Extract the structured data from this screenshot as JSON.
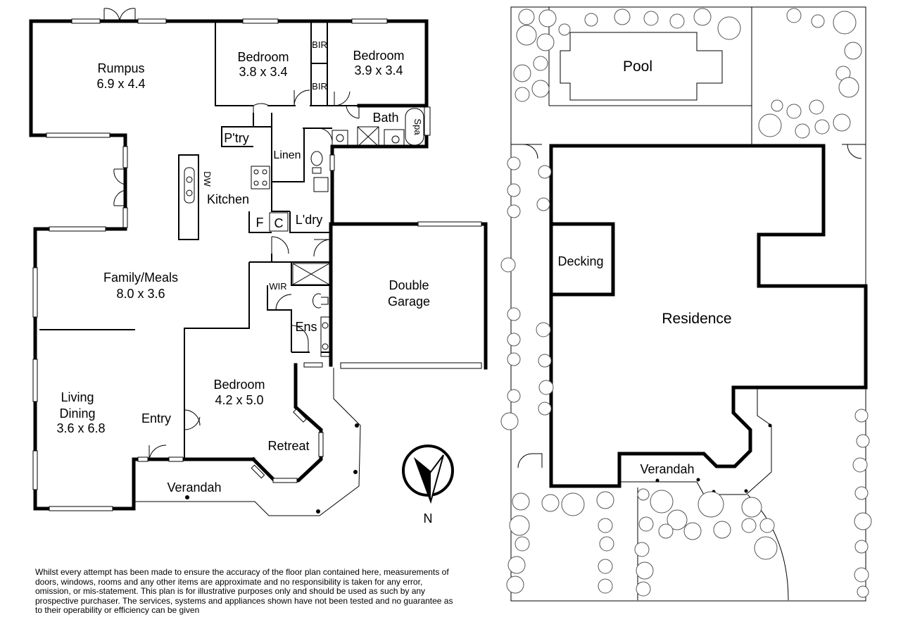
{
  "floor_plan": {
    "rooms": {
      "rumpus": {
        "name": "Rumpus",
        "size": "6.9 x 4.4"
      },
      "bedroom1": {
        "name": "Bedroom",
        "size": "3.8 x 3.4"
      },
      "bedroom2": {
        "name": "Bedroom",
        "size": "3.9 x 3.4"
      },
      "bedroom3": {
        "name": "Bedroom",
        "size": "4.2 x 5.0"
      },
      "family": {
        "name": "Family/Meals",
        "size": "8.0 x 3.6"
      },
      "living": {
        "name1": "Living",
        "name2": "Dining",
        "size": "3.6 x 6.8"
      },
      "garage": {
        "name1": "Double",
        "name2": "Garage"
      }
    },
    "labels": {
      "bir1": "BIR",
      "bir2": "BIR",
      "bath": "Bath",
      "spa": "Spa",
      "pantry": "P'try",
      "linen": "Linen",
      "kitchen": "Kitchen",
      "dw": "DW",
      "fridge": "F",
      "cupboard": "C",
      "laundry": "L'dry",
      "wir": "WIR",
      "ensuite": "Ens",
      "entry": "Entry",
      "retreat": "Retreat",
      "verandah": "Verandah"
    },
    "compass": {
      "label": "N"
    }
  },
  "site_plan": {
    "pool": "Pool",
    "decking": "Decking",
    "residence": "Residence",
    "verandah": "Verandah"
  },
  "disclaimer": "Whilst every attempt has been made to ensure the accuracy of the floor plan contained here, measurements of doors, windows, rooms and any other items are approximate and no responsibility is taken for any error, omission, or mis-statement.  This plan is for illustrative purposes only and should be used as such by any prospective purchaser.  The services, systems and appliances shown have not been tested and no guarantee as to their operability or efficiency can be given"
}
